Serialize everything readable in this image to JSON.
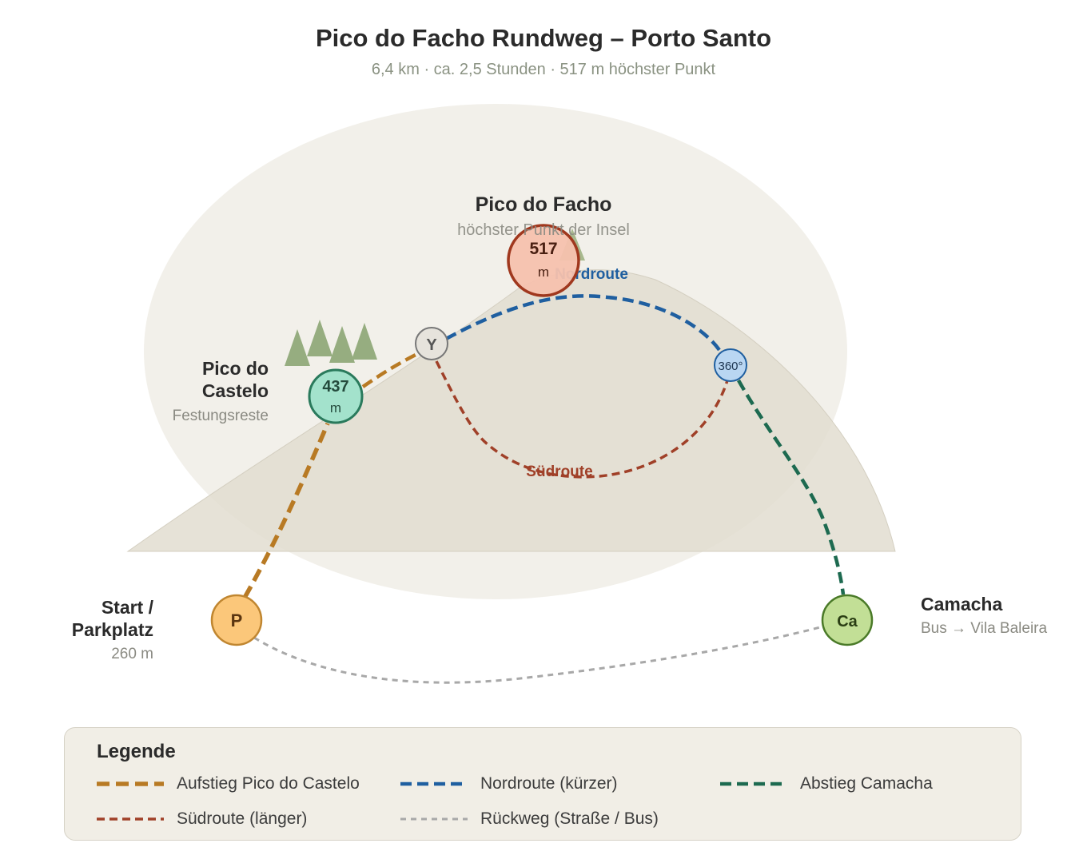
{
  "title": "Pico do Facho Rundweg – Porto Santo",
  "subtitle": "6,4 km · ca. 2,5 Stunden · 517 m höchster Punkt",
  "colors": {
    "castelo_ascent": "#b87a24",
    "north_route": "#1f5fa0",
    "south_route": "#a04028",
    "camacha_descent": "#1d6a50",
    "return_path": "#a8a8a8",
    "hill": "#e4dfd2",
    "island": "#f2f0ea",
    "trees": "#96ad80"
  },
  "nodes": {
    "start": {
      "symbol": "P",
      "name_line1": "Start /",
      "name_line2": "Parkplatz",
      "elevation": "260 m"
    },
    "castelo": {
      "value": "437",
      "unit": "m",
      "name_line1": "Pico do",
      "name_line2": "Castelo",
      "note": "Festungsreste"
    },
    "junction": {
      "symbol": "Y"
    },
    "facho": {
      "value": "517",
      "unit": "m",
      "name": "Pico do Facho",
      "note": "höchster Punkt der Insel"
    },
    "viewpoint": {
      "symbol": "360°"
    },
    "camacha": {
      "symbol": "Ca",
      "name": "Camacha",
      "note": "Bus → Vila Baleira"
    }
  },
  "route_labels": {
    "north": "Nordroute",
    "south": "Südroute"
  },
  "legend": {
    "title": "Legende",
    "items": [
      {
        "key": "castelo_ascent",
        "label": "Aufstieg Pico do Castelo"
      },
      {
        "key": "north_route",
        "label": "Nordroute (kürzer)"
      },
      {
        "key": "camacha_descent",
        "label": "Abstieg Camacha"
      },
      {
        "key": "south_route",
        "label": "Südroute (länger)"
      },
      {
        "key": "return_path",
        "label": "Rückweg (Straße / Bus)"
      }
    ]
  }
}
